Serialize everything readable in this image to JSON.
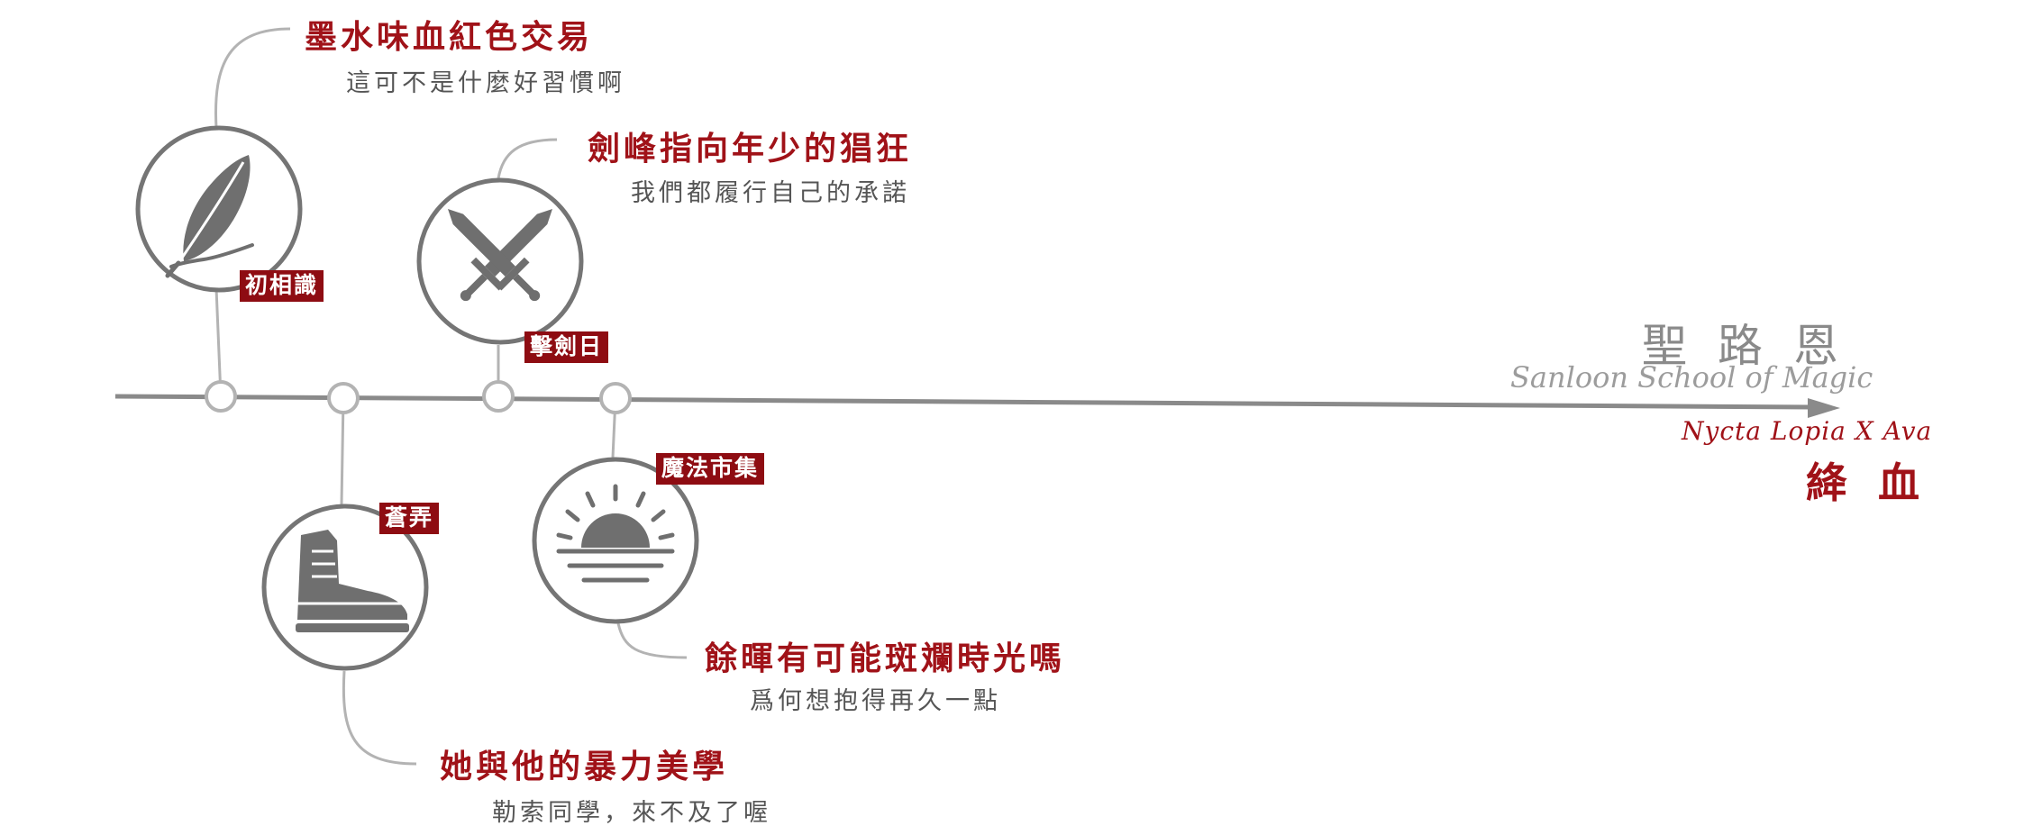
{
  "events": [
    {
      "tag": "初相識",
      "title": "墨水味血紅色交易",
      "subtitle": "這可不是什麼好習慣啊",
      "icon": "feather-quill-icon"
    },
    {
      "tag": "蒼弄",
      "title": "她與他的暴力美學",
      "subtitle": "勒索同學，來不及了喔",
      "icon": "boot-icon"
    },
    {
      "tag": "擊劍日",
      "title": "劍峰指向年少的猖狂",
      "subtitle": "我們都履行自己的承諾",
      "icon": "crossed-swords-icon"
    },
    {
      "tag": "魔法市集",
      "title": "餘暉有可能斑斕時光嗎",
      "subtitle": "爲何想抱得再久一點",
      "icon": "sunset-icon"
    }
  ],
  "brand": {
    "cn": "聖路恩",
    "en": "Sanloon School of Magic"
  },
  "couple": {
    "en": "Nycta Lopia X Ava",
    "cn": "絳血"
  },
  "colors": {
    "accent": "#a01218",
    "tag_bg": "#8e0c12",
    "line": "#8a8a8a",
    "icon": "#6f6f6f",
    "connector": "#b3b3b3"
  }
}
